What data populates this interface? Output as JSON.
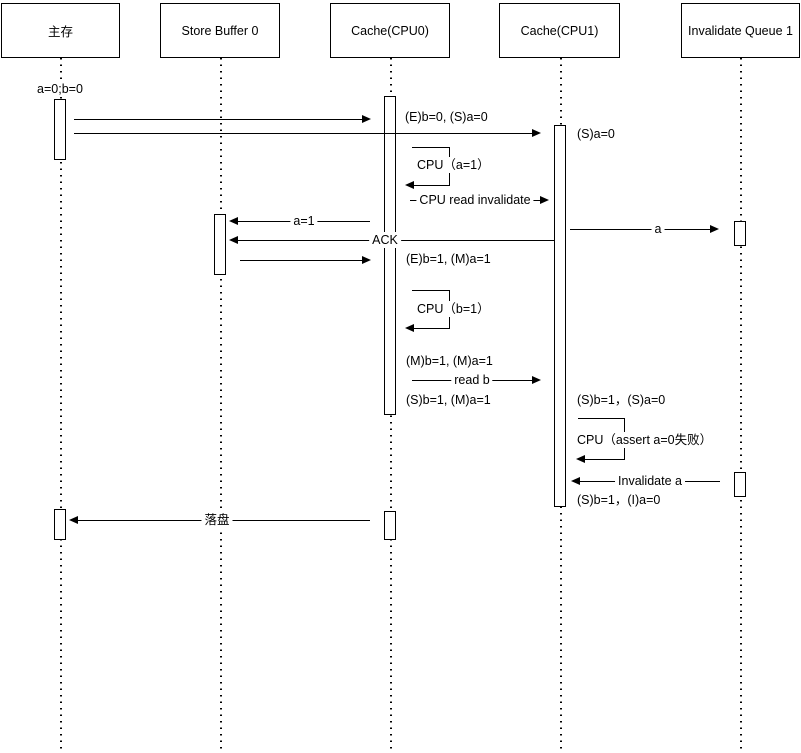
{
  "diagram": {
    "type": "uml-sequence",
    "background": "#ffffff",
    "line_color": "#000000"
  },
  "lifelines": [
    {
      "id": "main-memory",
      "label": "主存"
    },
    {
      "id": "store-buffer-0",
      "label": "Store Buffer 0"
    },
    {
      "id": "cache-cpu0",
      "label": "Cache(CPU0)"
    },
    {
      "id": "cache-cpu1",
      "label": "Cache(CPU1)"
    },
    {
      "id": "invalidate-queue-1",
      "label": "Invalidate Queue 1"
    }
  ],
  "messages": [
    {
      "from": "main-memory",
      "to": "cache-cpu0",
      "label": ""
    },
    {
      "from": "main-memory",
      "to": "cache-cpu1",
      "label": ""
    },
    {
      "from": "cache-cpu0",
      "to": "cache-cpu0",
      "kind": "self",
      "label": "CPU（a=1）"
    },
    {
      "from": "cache-cpu0",
      "to": "cache-cpu1",
      "label": "CPU read invalidate"
    },
    {
      "from": "cache-cpu0",
      "to": "store-buffer-0",
      "label": "a=1"
    },
    {
      "from": "cache-cpu1",
      "to": "invalidate-queue-1",
      "label": "a"
    },
    {
      "from": "cache-cpu1",
      "to": "store-buffer-0",
      "label": "ACK"
    },
    {
      "from": "store-buffer-0",
      "to": "cache-cpu0",
      "label": ""
    },
    {
      "from": "cache-cpu0",
      "to": "cache-cpu0",
      "kind": "self",
      "label": "CPU（b=1）"
    },
    {
      "from": "cache-cpu0",
      "to": "cache-cpu1",
      "label": "read b"
    },
    {
      "from": "cache-cpu1",
      "to": "cache-cpu1",
      "kind": "self",
      "label": "CPU（assert a=0失败）"
    },
    {
      "from": "invalidate-queue-1",
      "to": "cache-cpu1",
      "label": "Invalidate a"
    },
    {
      "from": "cache-cpu0",
      "to": "main-memory",
      "label": "落盘"
    }
  ],
  "state_notes": [
    {
      "at": "main-memory",
      "label": "a=0;b=0"
    },
    {
      "at": "cache-cpu0",
      "label": "(E)b=0, (S)a=0"
    },
    {
      "at": "cache-cpu1",
      "label": "(S)a=0"
    },
    {
      "at": "cache-cpu0",
      "label": "(E)b=1, (M)a=1"
    },
    {
      "at": "cache-cpu0",
      "label": "(M)b=1, (M)a=1"
    },
    {
      "at": "cache-cpu0",
      "label": "(S)b=1, (M)a=1"
    },
    {
      "at": "cache-cpu1",
      "label": "(S)b=1，(S)a=0"
    },
    {
      "at": "cache-cpu1",
      "label": "(S)b=1，(I)a=0"
    }
  ]
}
